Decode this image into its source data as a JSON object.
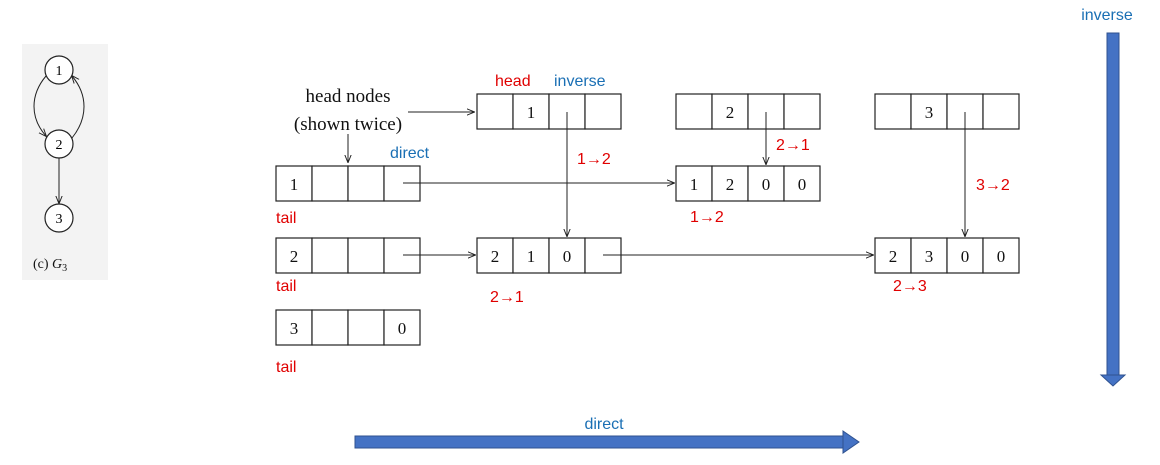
{
  "graph": {
    "caption_prefix": "(c) ",
    "caption_var": "G",
    "caption_sub": "3",
    "nodes": [
      {
        "id": "1"
      },
      {
        "id": "2"
      },
      {
        "id": "3"
      }
    ]
  },
  "head_nodes_label": [
    "head nodes",
    "(shown twice)"
  ],
  "labels": {
    "head": "head",
    "inverse": "inverse",
    "direct": "direct",
    "tail": "tail",
    "bottom_direct": "direct",
    "right_inverse": "inverse"
  },
  "top_heads": [
    {
      "cells": [
        "",
        "1",
        "",
        ""
      ]
    },
    {
      "cells": [
        "",
        "2",
        "",
        ""
      ]
    },
    {
      "cells": [
        "",
        "3",
        "",
        ""
      ]
    }
  ],
  "left_heads": [
    {
      "cells": [
        "1",
        "",
        "",
        ""
      ]
    },
    {
      "cells": [
        "2",
        "",
        "",
        ""
      ]
    },
    {
      "cells": [
        "3",
        "",
        "",
        "0"
      ]
    }
  ],
  "edge_nodes": [
    {
      "cells": [
        "1",
        "2",
        "0",
        "0"
      ],
      "label": "1→2"
    },
    {
      "cells": [
        "2",
        "1",
        "0",
        ""
      ],
      "label": "2→1"
    },
    {
      "cells": [
        "2",
        "3",
        "0",
        "0"
      ],
      "label": "2→3"
    }
  ],
  "arrow_labels": [
    "1→2",
    "2→1",
    "3→2"
  ],
  "colors": {
    "red": "#e00000",
    "blue": "#1a6fb4",
    "arrow": "#4472c4"
  }
}
